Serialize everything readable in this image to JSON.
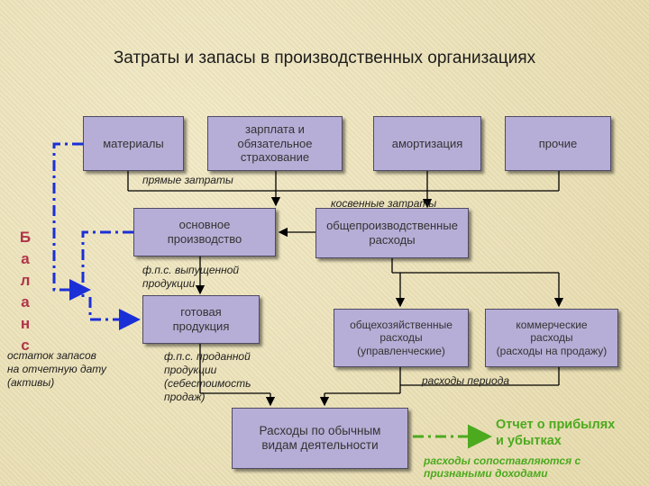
{
  "title": "Затраты и запасы в производственных организациях",
  "boxes": {
    "materials": "материалы",
    "salary": "зарплата и\nобязательное\nстрахование",
    "depreciation": "амортизация",
    "other": "прочие",
    "main_production": "основное\nпроизводство",
    "overhead": "общепроизводственные\nрасходы",
    "finished_goods": "готовая\nпродукция",
    "admin_expenses": "общехозяйственные\nрасходы\n(управленческие)",
    "selling_expenses": "коммерческие\nрасходы\n(расходы на продажу)",
    "ordinary_expenses": "Расходы по обычным\nвидам деятельности"
  },
  "labels": {
    "direct_costs": "прямые затраты",
    "indirect_costs": "косвенные затраты",
    "cost_output": "ф.п.с. выпущенной\nпродукции",
    "cost_sold": "ф.п.с. проданной\nпродукции\n(себестоимость\nпродаж)",
    "period_expenses": "расходы периода",
    "inventory_balance": "остаток запасов\nна отчетную дату\n(активы)"
  },
  "balance_letters": [
    "Б",
    "а",
    "л",
    "а",
    "н",
    "с"
  ],
  "report": "Отчет о прибылях\nи убытках",
  "report_note": "расходы сопоставляются с\nпризнаными доходами",
  "colors": {
    "box_fill": "#b6aed6",
    "dash_blue": "#1b2fd6",
    "green": "#4caa1f",
    "balans": "#b0344a"
  }
}
